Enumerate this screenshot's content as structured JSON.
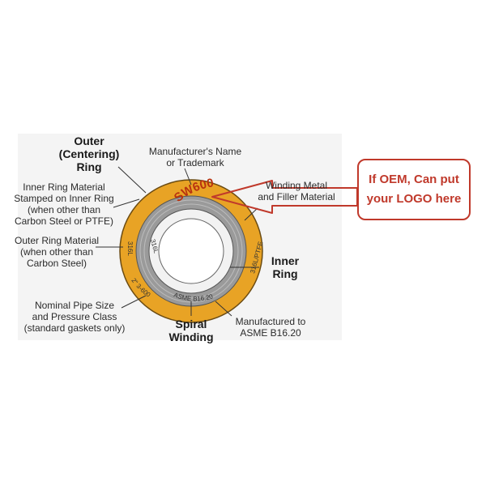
{
  "labels": {
    "outer_ring": [
      "Outer",
      "(Centering)",
      "Ring"
    ],
    "manufacturer": [
      "Manufacturer's Name",
      "or Trademark"
    ],
    "inner_ring_material": [
      "Inner Ring Material",
      "Stamped on Inner Ring",
      "(when other than",
      "Carbon Steel or PTFE)"
    ],
    "winding_metal": [
      "Winding Metal",
      "and Filler Material"
    ],
    "outer_ring_material": [
      "Outer Ring Material",
      "(when other than",
      "Carbon Steel)"
    ],
    "inner_ring": [
      "Inner",
      "Ring"
    ],
    "nominal_pipe": [
      "Nominal Pipe Size",
      "and Pressure Class",
      "(standard gaskets only)"
    ],
    "spiral_winding": [
      "Spiral",
      "Winding"
    ],
    "manufactured_to": [
      "Manufactured to",
      "ASME B16.20"
    ]
  },
  "ring_marks": {
    "brand": "SW600",
    "outer_left": "316L",
    "inner_left": "316L",
    "right": "316L/PTFE",
    "size_class": "2\" 3-600",
    "standard": "ASME B16.20"
  },
  "oem_callout": {
    "line1": "If OEM, Can put",
    "line2": "your LOGO here"
  },
  "colors": {
    "outer_ring": "#e8a325",
    "winding": "#9a9a9a",
    "inner_ring": "#f2f2f2",
    "accent_red": "#c0392b",
    "text": "#2b2b2b"
  }
}
